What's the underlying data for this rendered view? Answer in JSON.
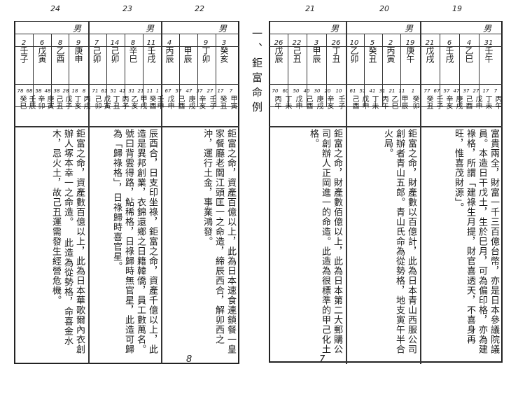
{
  "heading": "一、鉅富命例",
  "left_page": {
    "page_number": "8",
    "group_labels": [
      "24",
      "23",
      "22"
    ],
    "sex_labels": [
      "男",
      "男",
      "男"
    ],
    "columns": [
      {
        "num": "2",
        "pillar": "壬子"
      },
      {
        "num": "6",
        "pillar": "戊寅"
      },
      {
        "num": "8",
        "pillar": "乙酉"
      },
      {
        "num": "9",
        "pillar": "庚申"
      },
      {
        "num": "7",
        "pillar": "己卯"
      },
      {
        "num": "14",
        "pillar": "己卯"
      },
      {
        "num": "8",
        "pillar": "辛巳"
      },
      {
        "num": "11",
        "pillar": "壬戌"
      },
      {
        "num": "4",
        "pillar": "丙辰"
      },
      {
        "num": "",
        "pillar": "甲辰"
      },
      {
        "num": "9",
        "pillar": "丁卯"
      },
      {
        "num": "3",
        "pillar": "癸亥"
      }
    ],
    "luck_ages": [
      "78",
      "68",
      "58",
      "48",
      "38",
      "28",
      "18",
      "8",
      "71",
      "61",
      "51",
      "41",
      "31",
      "21",
      "11",
      "1",
      "67",
      "57",
      "47",
      "37",
      "27",
      "17",
      "7"
    ],
    "luck_pillars": [
      "癸巳",
      "壬辰",
      "辛卯",
      "庚寅",
      "己丑",
      "戊子",
      "丁亥",
      "丙戌",
      "己卯",
      "戊寅",
      "丁丑",
      "丙子",
      "乙亥",
      "甲戌",
      "癸酉",
      "壬申",
      "戊申",
      "己酉",
      "庚戌",
      "辛亥",
      "壬子",
      "癸丑",
      "甲寅"
    ],
    "notes": [
      "鉅富之命，資產百億以上，此為日本速食連鎖餐一皇家餐廳老闆江頭匡一之命造，締辰西合，解卯西之沖，運行土金，事業鴻發。",
      "辰酉合，日支印坐祿，鉅富之命，資產千億以上，此造是異邦創業，衣錦還鄉之日籍韓僑，員工數萬名。",
      "號曰背雲得路，鮎稀格，日祿歸時無官星，此造可歸為「歸祿格」，日祿歸時喜官星。",
      "鉅富之命，資產數百億以上，此為日本華歌爾內衣創辦人塚本幸一之命造。",
      "此造為從勢格，命喜金水木，忌火土，故己丑運需發生經營危機。"
    ]
  },
  "right_page": {
    "page_number": "7",
    "group_labels": [
      "21",
      "20",
      "19"
    ],
    "sex_labels": [
      "男",
      "男",
      "男"
    ],
    "columns": [
      {
        "num": "26",
        "pillar": "戊辰"
      },
      {
        "num": "22",
        "pillar": "己丑"
      },
      {
        "num": "3",
        "pillar": "甲辰"
      },
      {
        "num": "26",
        "pillar": "丁丑"
      },
      {
        "num": "10",
        "pillar": "乙卯"
      },
      {
        "num": "5",
        "pillar": "癸丑"
      },
      {
        "num": "2",
        "pillar": "丙寅"
      },
      {
        "num": "19",
        "pillar": "庚午"
      },
      {
        "num": "21",
        "pillar": "戊戌"
      },
      {
        "num": "6",
        "pillar": "壬戌"
      },
      {
        "num": "4",
        "pillar": "乙巳"
      },
      {
        "num": "31",
        "pillar": "壬午"
      }
    ],
    "luck_ages": [
      "70",
      "60",
      "50",
      "40",
      "30",
      "20",
      "10",
      "61",
      "51",
      "41",
      "31",
      "21",
      "11",
      "1",
      "77",
      "67",
      "57",
      "47",
      "37",
      "27",
      "17",
      "7"
    ],
    "luck_pillars": [
      "丙午",
      "丁未",
      "戊申",
      "己酉",
      "庚戌",
      "辛亥",
      "壬子",
      "己酉",
      "戊申",
      "丁未",
      "丙午",
      "乙巳",
      "甲辰",
      "癸卯",
      "癸丑",
      "壬子",
      "辛亥",
      "庚戌",
      "己酉",
      "戊申",
      "丁未",
      "丙午"
    ],
    "notes": [
      "富貴兩全，財富一千三百億台幣，亦是日本參議院議員。本造日干戊土，生於巳月，可為偏印格，亦為建祿格，所謂「建祿生月提，財官喜透天，不喜身再旺，惟喜茂財源」。",
      "鉅富之命，財產數以百億計，此為日本青山西服公司創辦者青山五郎。青山氏命為從勢格，地支寅午半合火局。",
      "鉅富之命，財產數佰億以上，此為日本第二大郵購公司創辦人正岡進一的命造。此造為很標準的甲己化土格。"
    ]
  }
}
